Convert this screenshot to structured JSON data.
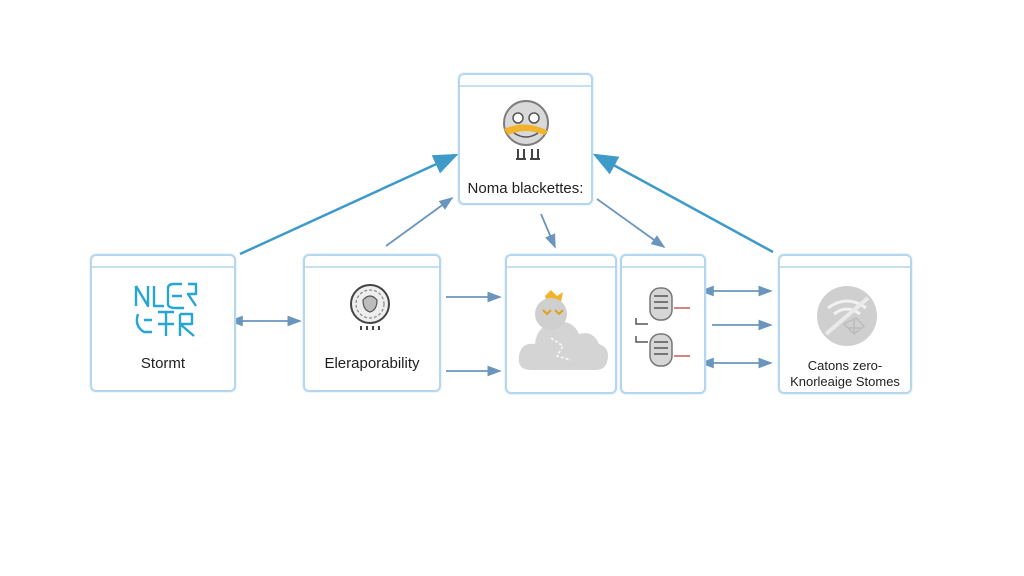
{
  "diagram": {
    "nodes": {
      "top": {
        "label": "Noma blackettes:",
        "icon": "robot-face-icon"
      },
      "left": {
        "label": "Stormt",
        "icon": "glyph-logo-icon"
      },
      "middle": {
        "label": "Eleraporability",
        "icon": "coin-icon"
      },
      "cloud": {
        "icon": "cloud-robot-icon"
      },
      "shoes": {
        "icon": "sneaker-icon"
      },
      "right": {
        "label_line1": "Catons zero-",
        "label_line2": "Knorleaige Stomes",
        "icon": "shield-network-icon"
      }
    },
    "colors": {
      "border": "#b5d6ef",
      "arrow_main": "#3d9ac9",
      "arrow_small": "#6a95bd",
      "accent_yellow": "#f2b32a",
      "logo_cyan": "#27a6d6",
      "gray_icon": "#c9c9c9"
    }
  }
}
